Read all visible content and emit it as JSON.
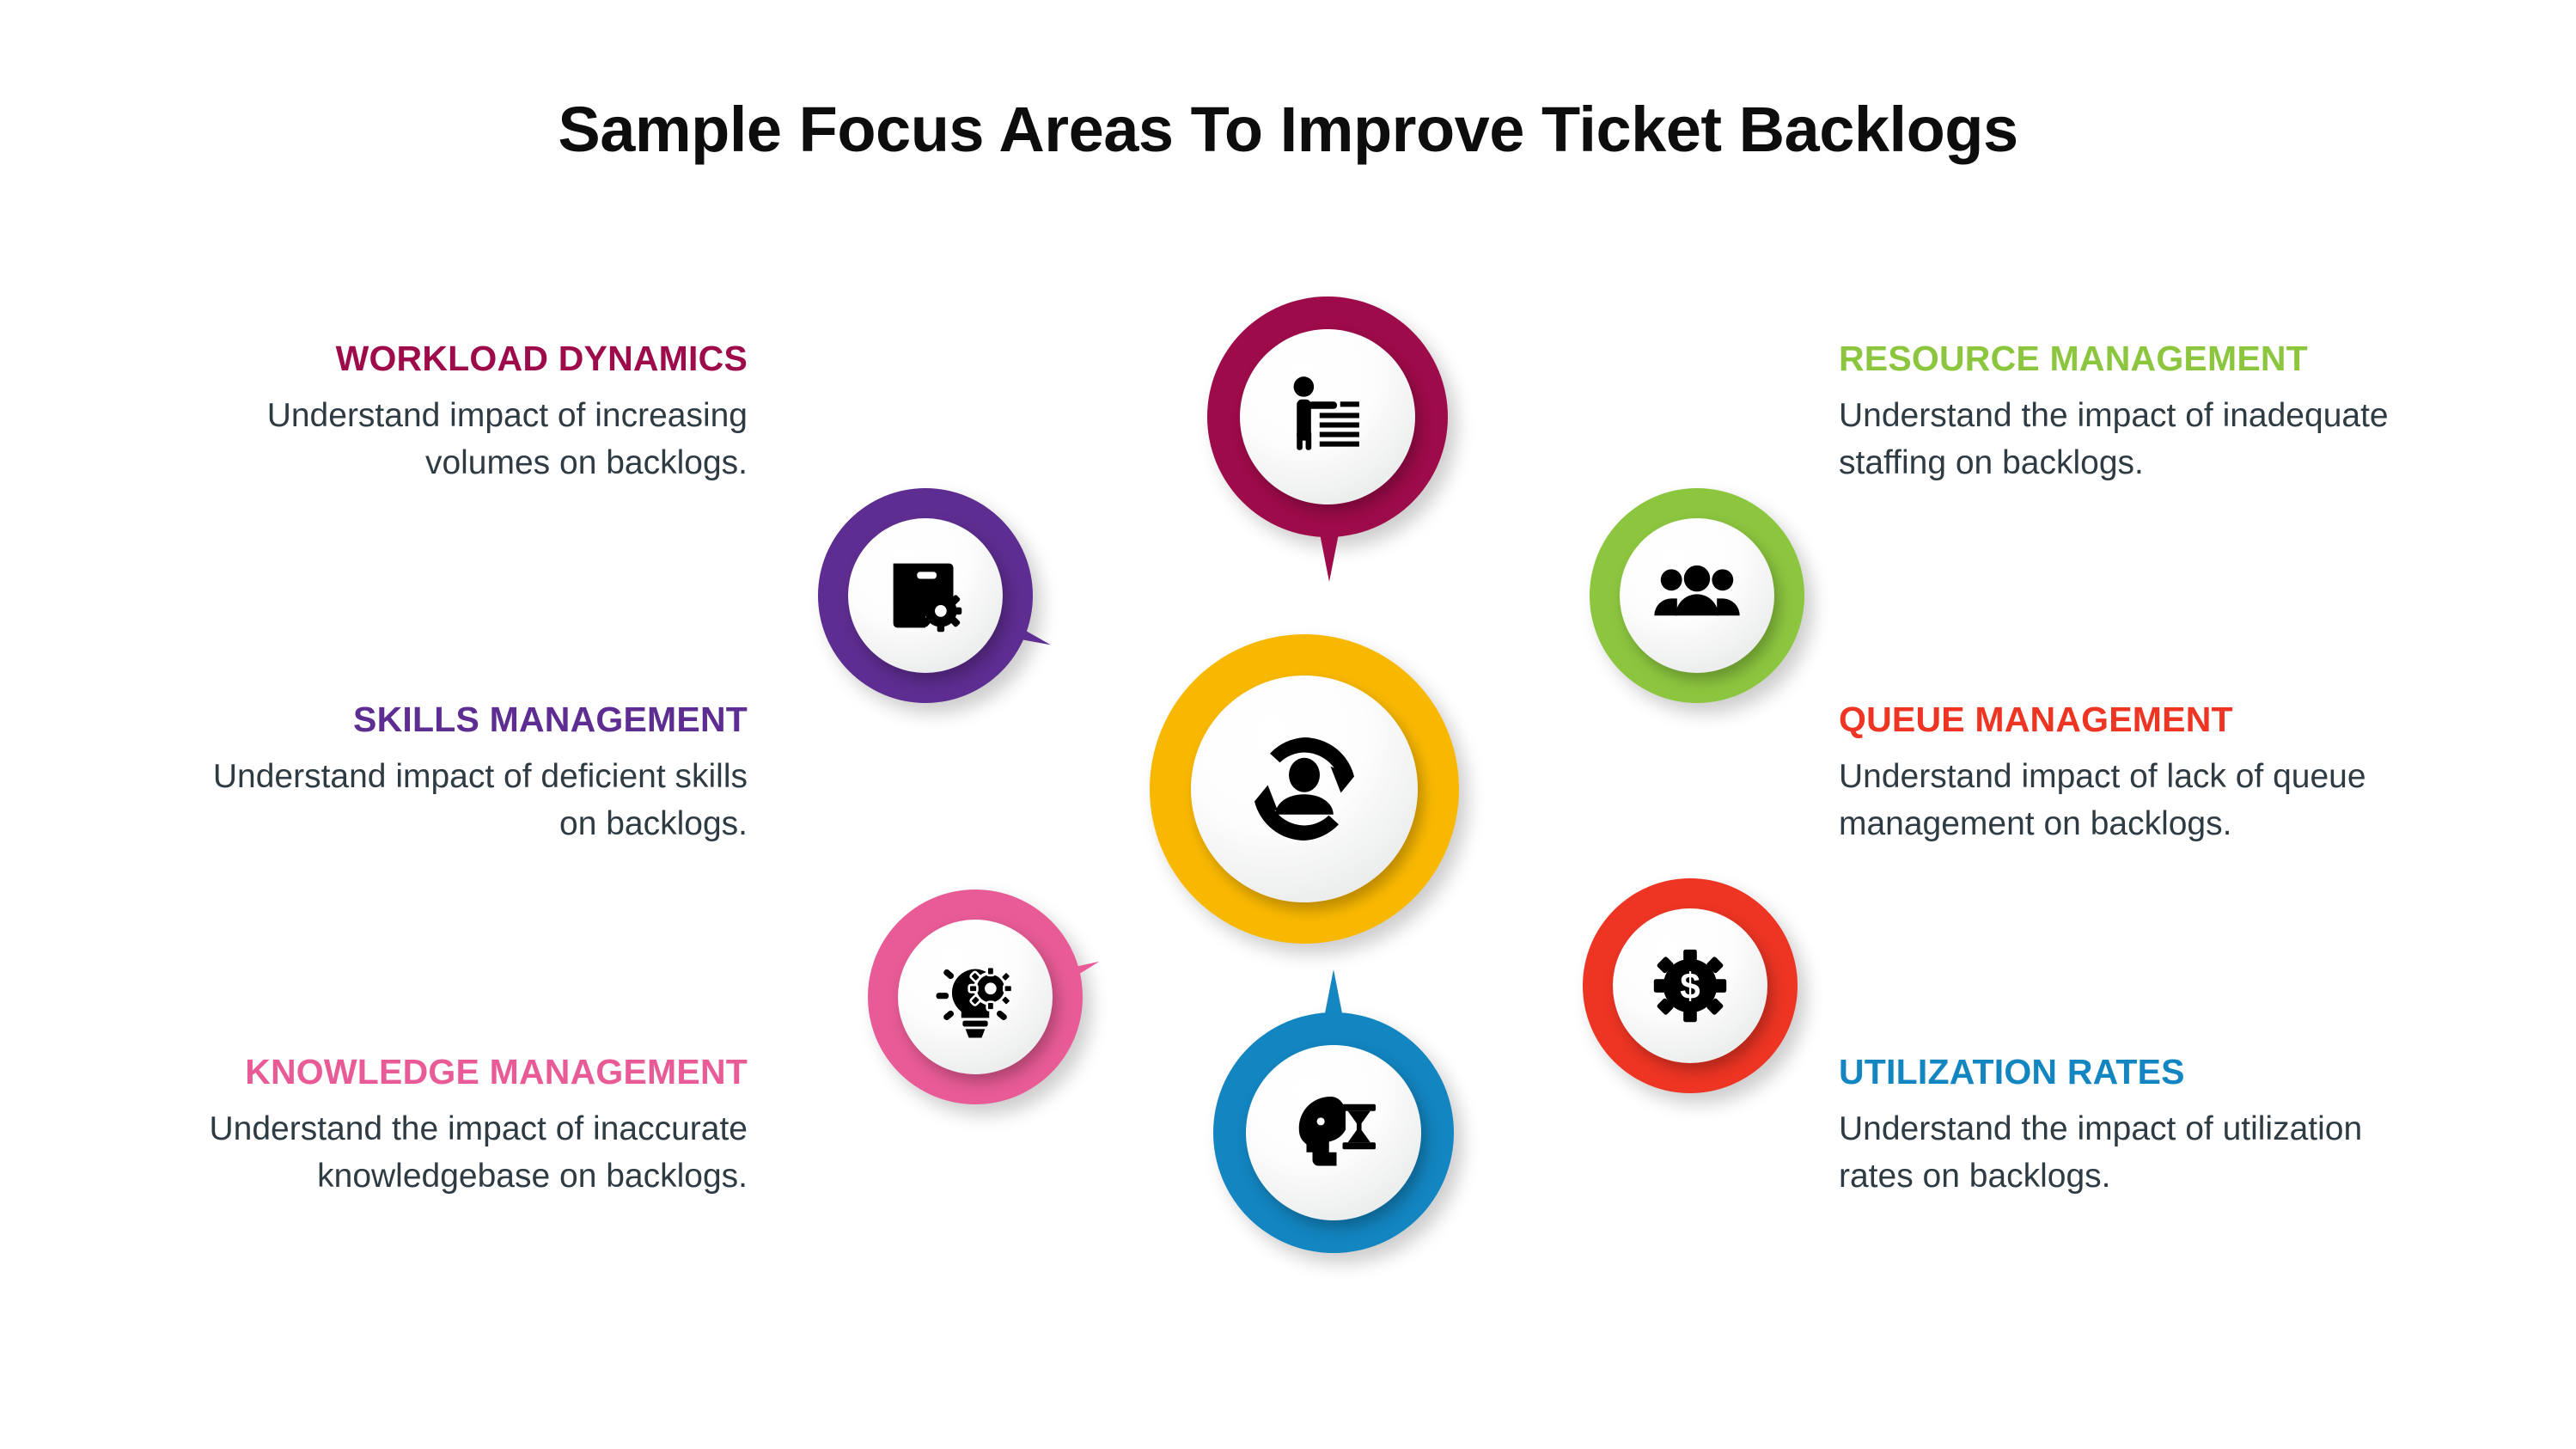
{
  "title": "Sample Focus Areas To Improve Ticket Backlogs",
  "colors": {
    "background": "#ffffff",
    "title": "#0d0d0d",
    "body_text": "#2f3b43",
    "center": "#f9b800",
    "workload_dynamics": "#9e0b4a",
    "skills_management": "#5e2d91",
    "knowledge_management": "#e85b96",
    "resource_management": "#8cc63f",
    "queue_management": "#ee3524",
    "utilization_rates": "#1385c0"
  },
  "center": {
    "icon": "user-refresh-cycle-icon"
  },
  "left_items": [
    {
      "heading": "WORKLOAD DYNAMICS",
      "body": "Understand impact of increasing volumes on backlogs.",
      "color": "#9e0b4a",
      "icon": "person-presenting-list-icon"
    },
    {
      "heading": "SKILLS MANAGEMENT",
      "body": "Understand impact of deficient skills on backlogs.",
      "color": "#5e2d91",
      "icon": "document-gear-icon"
    },
    {
      "heading": "KNOWLEDGE MANAGEMENT",
      "body": "Understand the impact of inaccurate knowledgebase on backlogs.",
      "color": "#e85b96",
      "icon": "lightbulb-gear-icon"
    }
  ],
  "right_items": [
    {
      "heading": "RESOURCE MANAGEMENT",
      "body": "Understand the impact of inadequate staffing on backlogs.",
      "color": "#8cc63f",
      "icon": "people-group-icon"
    },
    {
      "heading": "QUEUE MANAGEMENT",
      "body": "Understand impact of lack of queue management on backlogs.",
      "color": "#ee3524",
      "icon": "dollar-gear-icon"
    },
    {
      "heading": "UTILIZATION RATES",
      "body": "Understand the impact of utilization rates on backlogs.",
      "color": "#1385c0",
      "icon": "head-hourglass-icon"
    }
  ]
}
